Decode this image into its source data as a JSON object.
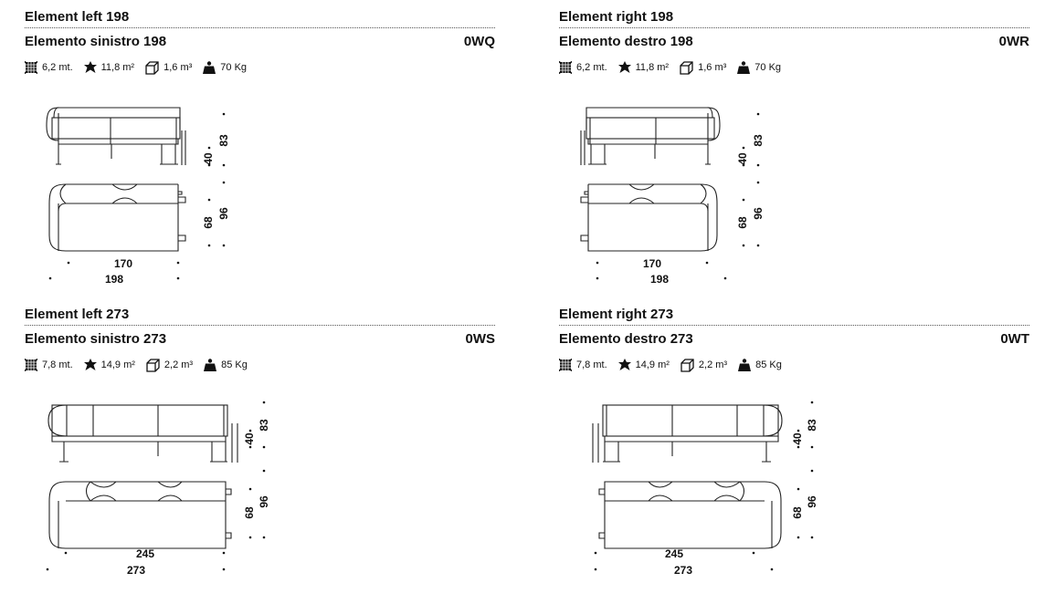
{
  "panels": [
    {
      "title_en": "Element left 198",
      "title_it": "Elemento sinistro 198",
      "code": "0WQ",
      "specs": {
        "fabric": "6,2 mt.",
        "leather": "11,8 m²",
        "volume": "1,6 m³",
        "weight": "70 Kg"
      },
      "dims": {
        "seat_h": "40",
        "total_h": "83",
        "seat_d": "68",
        "total_d": "96",
        "seat_w": "170",
        "total_w": "198"
      }
    },
    {
      "title_en": "Element right 198",
      "title_it": "Elemento destro 198",
      "code": "0WR",
      "specs": {
        "fabric": "6,2 mt.",
        "leather": "11,8 m²",
        "volume": "1,6 m³",
        "weight": "70 Kg"
      },
      "dims": {
        "seat_h": "40",
        "total_h": "83",
        "seat_d": "68",
        "total_d": "96",
        "seat_w": "170",
        "total_w": "198"
      }
    },
    {
      "title_en": "Element left 273",
      "title_it": "Elemento sinistro 273",
      "code": "0WS",
      "specs": {
        "fabric": "7,8 mt.",
        "leather": "14,9 m²",
        "volume": "2,2 m³",
        "weight": "85 Kg"
      },
      "dims": {
        "seat_h": "40",
        "total_h": "83",
        "seat_d": "68",
        "total_d": "96",
        "seat_w": "245",
        "total_w": "273"
      }
    },
    {
      "title_en": "Element right 273",
      "title_it": "Elemento destro 273",
      "code": "0WT",
      "specs": {
        "fabric": "7,8 mt.",
        "leather": "14,9 m²",
        "volume": "2,2 m³",
        "weight": "85 Kg"
      },
      "dims": {
        "seat_h": "40",
        "total_h": "83",
        "seat_d": "68",
        "total_d": "96",
        "seat_w": "245",
        "total_w": "273"
      }
    }
  ],
  "icons": [
    "fabric-icon",
    "leather-icon",
    "volume-icon",
    "weight-icon"
  ]
}
